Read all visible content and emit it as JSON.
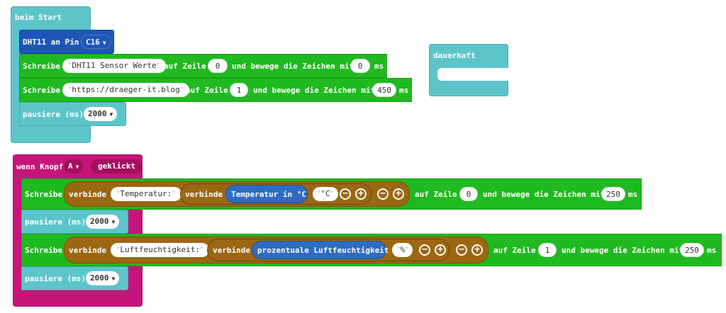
{
  "start_block": {
    "label": "beim Start"
  },
  "dht_block": {
    "label": "DHT11 an Pin",
    "pin": "C16"
  },
  "write1": {
    "label": "Schreibe",
    "text": "DHT11 Sensor Werte",
    "line_label": "auf Zeile",
    "line": "0",
    "move_label": "und bewege die Zeichen mit",
    "move": "0",
    "unit": "ms"
  },
  "write2": {
    "label": "Schreibe",
    "text": "https://draeger-it.blog",
    "line_label": "auf Zeile",
    "line": "1",
    "move_label": "und bewege die Zeichen mit",
    "move": "450",
    "unit": "ms"
  },
  "pause1": {
    "label": "pausiere (ms)",
    "value": "2000"
  },
  "forever_block": {
    "label": "dauerhaft"
  },
  "button_block": {
    "label": "wenn Knopf",
    "button": "A",
    "event": "geklickt"
  },
  "write3": {
    "label": "Schreibe",
    "join_label": "verbinde",
    "text1": "Temperatur:",
    "join2_label": "verbinde",
    "reporter": "Temperatur in °C",
    "text2": "°C",
    "line_label": "auf Zeile",
    "line": "0",
    "move_label": "und bewege die Zeichen mit",
    "move": "250",
    "unit": "ms"
  },
  "pause2": {
    "label": "pausiere (ms)",
    "value": "2000"
  },
  "write4": {
    "label": "Schreibe",
    "join_label": "verbinde",
    "text1": "Luftfeuchtigkeit:",
    "join2_label": "verbinde",
    "reporter": "prozentuale Luftfeuchtigkeit",
    "text2": "%",
    "line_label": "auf Zeile",
    "line": "1",
    "move_label": "und bewege die Zeichen mit",
    "move": "250",
    "unit": "ms"
  },
  "pause3": {
    "label": "pausiere (ms)",
    "value": "2000"
  },
  "icons": {
    "minus": "minus-circle-icon",
    "plus": "plus-circle-icon",
    "dropdown": "caret-down-icon"
  },
  "colors": {
    "events": "#5cc5cb",
    "sensor": "#1e56b8",
    "display": "#1fba1f",
    "input": "#c6157a",
    "text": "#9b6713"
  }
}
